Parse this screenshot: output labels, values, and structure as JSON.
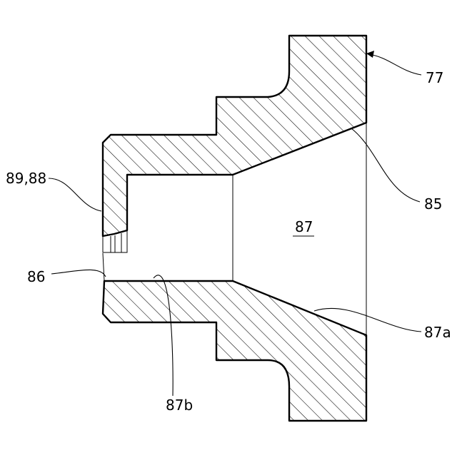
{
  "diagram": {
    "labels": {
      "ref_77": "77",
      "ref_85": "85",
      "ref_87": "87",
      "ref_87a": "87a",
      "ref_87b": "87b",
      "ref_86": "86",
      "ref_89_88": "89,88"
    },
    "colors": {
      "stroke": "#000000",
      "hatch": "#000000",
      "background": "#ffffff"
    }
  }
}
